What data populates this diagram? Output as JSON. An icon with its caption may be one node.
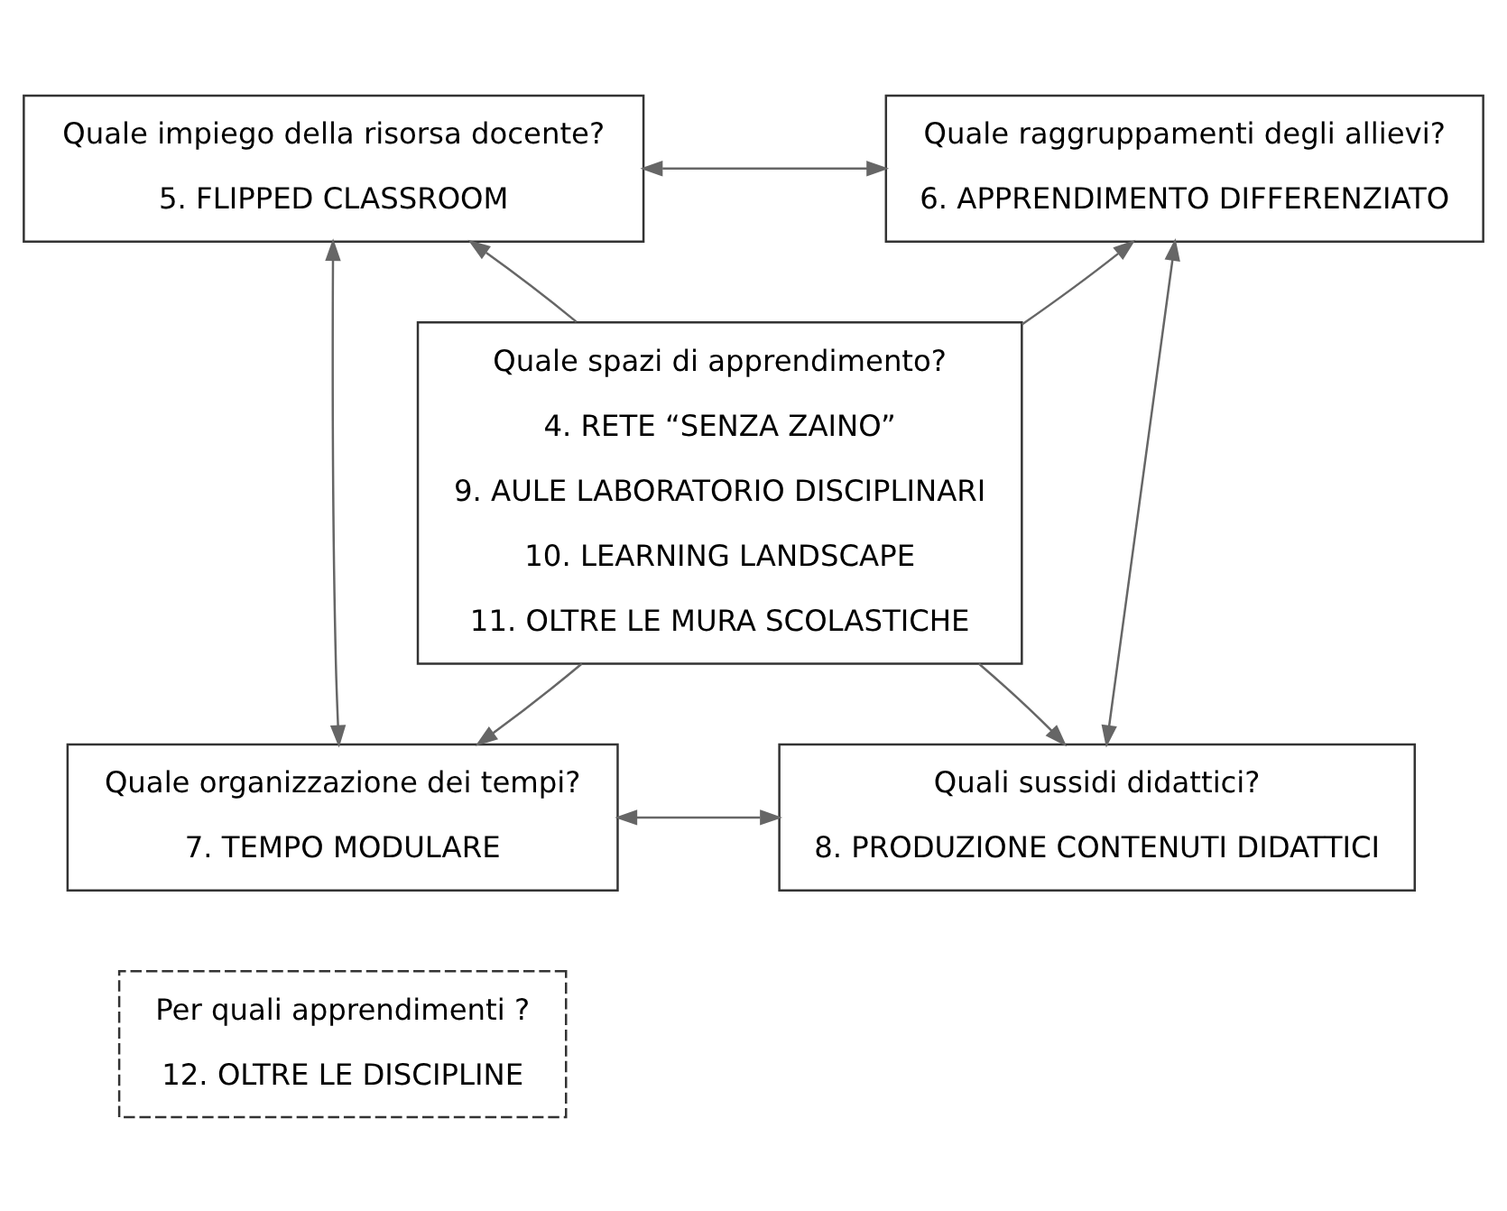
{
  "diagram": {
    "nodes": [
      {
        "text": [
          "Quale impiego della risorsa docente?",
          "5. FLIPPED CLASSROOM"
        ]
      },
      {
        "text": [
          "Quale raggruppamenti degli allievi?",
          "6. APPRENDIMENTO DIFFERENZIATO"
        ]
      },
      {
        "text": [
          "Quale spazi di apprendimento?",
          "4. RETE “SENZA ZAINO”",
          "9. AULE LABORATORIO DISCIPLINARI",
          "10. LEARNING LANDSCAPE",
          "11. OLTRE LE MURA SCOLASTICHE"
        ]
      },
      {
        "text": [
          "Quale organizzazione dei tempi?",
          "7. TEMPO MODULARE"
        ]
      },
      {
        "text": [
          "Quali sussidi didattici?",
          "8. PRODUZIONE CONTENUTI DIDATTICI"
        ]
      },
      {
        "text": [
          "Per quali apprendimenti ?",
          "12. OLTRE LE DISCIPLINE"
        ]
      }
    ],
    "edges": [
      {
        "from": 0,
        "to": 1,
        "arrow": "both"
      },
      {
        "from": 2,
        "to": 0,
        "arrow": "to"
      },
      {
        "from": 2,
        "to": 1,
        "arrow": "to"
      },
      {
        "from": 0,
        "to": 3,
        "arrow": "both"
      },
      {
        "from": 1,
        "to": 4,
        "arrow": "both"
      },
      {
        "from": 2,
        "to": 3,
        "arrow": "to"
      },
      {
        "from": 2,
        "to": 4,
        "arrow": "to"
      },
      {
        "from": 3,
        "to": 4,
        "arrow": "both"
      }
    ]
  }
}
